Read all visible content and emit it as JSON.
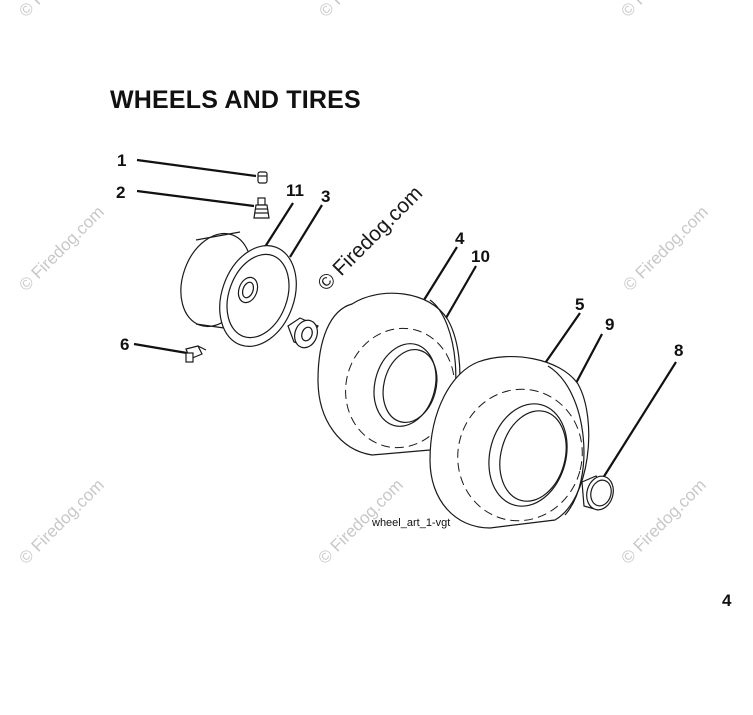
{
  "title": "WHEELS AND TIRES",
  "figure_id": "wheel_art_1-vgt",
  "page_number": "4",
  "watermark": {
    "text": "Firedog.com",
    "copyright_symbol": "©",
    "text_color": "#c8c8c8",
    "center_text_color": "#1a1a1a"
  },
  "callouts": [
    "1",
    "2",
    "11",
    "3",
    "4",
    "10",
    "5",
    "9",
    "6",
    "8"
  ],
  "colors": {
    "line": "#1a1a1a",
    "background": "#ffffff"
  }
}
